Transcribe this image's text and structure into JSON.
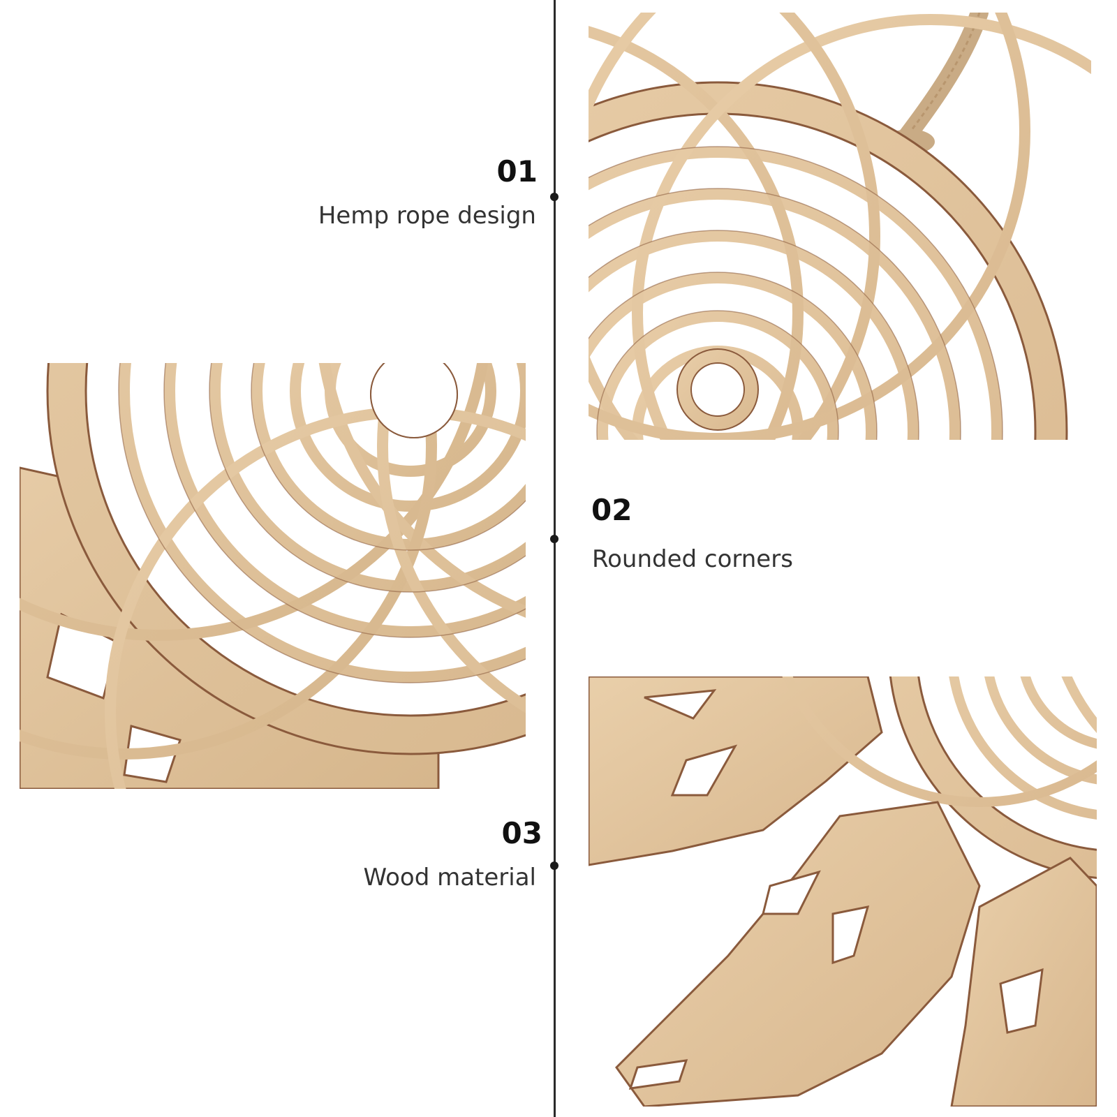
{
  "features": [
    {
      "number": "01",
      "label": "Hemp rope design"
    },
    {
      "number": "02",
      "label": "Rounded corners"
    },
    {
      "number": "03",
      "label": "Wood material"
    }
  ],
  "colors": {
    "wood": "#e2c59e",
    "wood_edge": "#8a5a3c",
    "rope": "#c9ab85",
    "line": "#2a2a2a"
  },
  "images": [
    {
      "name": "hemp-rope-closeup-photo",
      "icon": "wooden-dreamcatcher-with-rope"
    },
    {
      "name": "rounded-corners-closeup-photo",
      "icon": "wooden-dreamcatcher-edge"
    },
    {
      "name": "wood-material-closeup-photo",
      "icon": "wooden-feather-cutout"
    }
  ]
}
